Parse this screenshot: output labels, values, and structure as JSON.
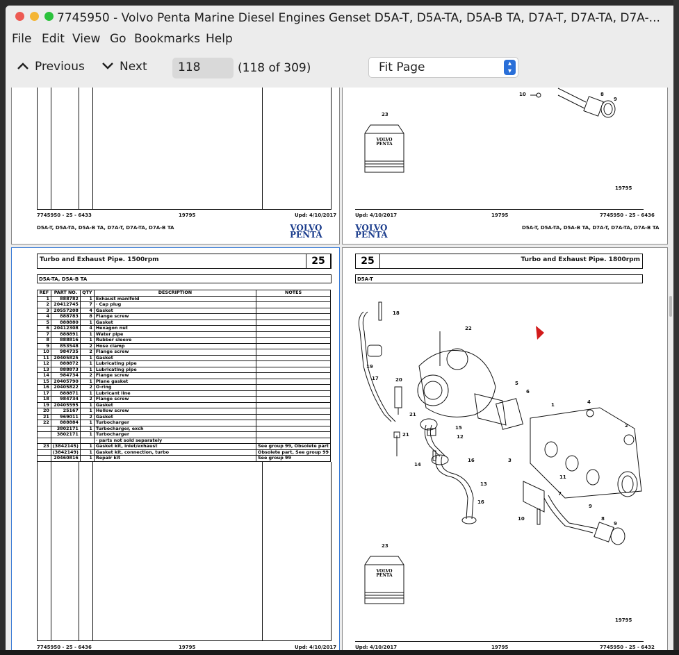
{
  "window": {
    "title": "7745950 - Volvo Penta Marine Diesel Engines Genset D5A-T, D5A-TA, D5A-B TA, D7A-T, D7A-TA, D7A-..."
  },
  "menu": [
    "File",
    "Edit",
    "View",
    "Go",
    "Bookmarks",
    "Help"
  ],
  "toolbar": {
    "previous": "Previous",
    "next": "Next",
    "page_value": "118",
    "page_count": "(118 of 309)",
    "zoom": "Fit Page"
  },
  "top_left_page": {
    "footer_left": "7745950 - 25 - 6433",
    "footer_mid": "19795",
    "footer_right": "Upd: 4/10/2017",
    "models": "D5A-T, D5A-TA, D5A-B TA, D7A-T, D7A-TA, D7A-B TA",
    "logo1": "VOLVO",
    "logo2": "PENTA"
  },
  "top_right_page": {
    "label_23": "23",
    "label_10": "10",
    "label_8": "8",
    "label_9": "9",
    "ref": "19795",
    "footer_left": "Upd: 4/10/2017",
    "footer_mid": "19795",
    "footer_right": "7745950 - 25 - 6436",
    "models": "D5A-T, D5A-TA, D5A-B TA, D7A-T, D7A-TA, D7A-B TA",
    "logo1": "VOLVO",
    "logo2": "PENTA"
  },
  "bottom_left_page": {
    "title": "Turbo and Exhaust Pipe. 1500rpm",
    "group": "25",
    "models": "D5A-TA, D5A-B TA",
    "headers": [
      "REF",
      "PART NO.",
      "QTY",
      "DESCRIPTION",
      "NOTES"
    ],
    "rows": [
      [
        "1",
        "888782",
        "1",
        "Exhaust manifold",
        ""
      ],
      [
        "2",
        "20412745",
        "7",
        "·  Cap plug",
        ""
      ],
      [
        "3",
        "20557208",
        "4",
        "Gasket",
        ""
      ],
      [
        "4",
        "888783",
        "8",
        "Flange screw",
        ""
      ],
      [
        "5",
        "888880",
        "1",
        "Gasket",
        ""
      ],
      [
        "6",
        "20412308",
        "4",
        "Hexagon nut",
        ""
      ],
      [
        "7",
        "888891",
        "1",
        "Water pipe",
        ""
      ],
      [
        "8",
        "888816",
        "1",
        "Rubber sleeve",
        ""
      ],
      [
        "9",
        "853548",
        "2",
        "Hose clamp",
        ""
      ],
      [
        "10",
        "984735",
        "2",
        "Flange screw",
        ""
      ],
      [
        "11",
        "20405825",
        "1",
        "Gasket",
        ""
      ],
      [
        "12",
        "888872",
        "1",
        "Lubricating pipe",
        ""
      ],
      [
        "13",
        "888873",
        "1",
        "Lubricating pipe",
        ""
      ],
      [
        "14",
        "984734",
        "2",
        "Flange screw",
        ""
      ],
      [
        "15",
        "20405790",
        "1",
        "Plane gasket",
        ""
      ],
      [
        "16",
        "20405822",
        "2",
        "O-ring",
        ""
      ],
      [
        "17",
        "888871",
        "1",
        "Lubricant line",
        ""
      ],
      [
        "18",
        "984734",
        "2",
        "Flange screw",
        ""
      ],
      [
        "19",
        "20405595",
        "1",
        "Gasket",
        ""
      ],
      [
        "20",
        "25167",
        "1",
        "Hollow screw",
        ""
      ],
      [
        "21",
        "969011",
        "2",
        "Gasket",
        ""
      ],
      [
        "22",
        "888884",
        "1",
        "Turbocharger",
        ""
      ],
      [
        "",
        "3802171",
        "1",
        "Turbocharger, exch",
        ""
      ],
      [
        "",
        "3802171",
        "1",
        "Turbocharger",
        ""
      ],
      [
        "",
        "",
        "",
        "·  parts not sold separately",
        ""
      ],
      [
        "23",
        "(3842145)",
        "1",
        "Gasket kit, inlet/exhaust",
        "See group 99, Obsolete part"
      ],
      [
        "",
        "(3842149)",
        "1",
        "Gasket kit, connection, turbo",
        "Obsolete part, See group 99"
      ],
      [
        "",
        "20460816",
        "1",
        "Repair kit",
        "See group 99"
      ]
    ],
    "footer_left": "7745950 - 25 - 6436",
    "footer_mid": "19795",
    "footer_right": "Upd: 4/10/2017"
  },
  "bottom_right_page": {
    "group": "25",
    "title": "Turbo and Exhaust Pipe. 1800rpm",
    "models": "D5A-T",
    "callouts": [
      "18",
      "22",
      "19",
      "17",
      "20",
      "5",
      "6",
      "4",
      "1",
      "21",
      "15",
      "21",
      "12",
      "2",
      "3",
      "14",
      "16",
      "13",
      "11",
      "16",
      "7",
      "9",
      "10",
      "8",
      "9",
      "23"
    ],
    "ref": "19795",
    "footer_left": "Upd: 4/10/2017",
    "footer_mid": "19795",
    "footer_right": "7745950 - 25 - 6432",
    "logo1": "VOLVO",
    "logo2": "PENTA"
  }
}
